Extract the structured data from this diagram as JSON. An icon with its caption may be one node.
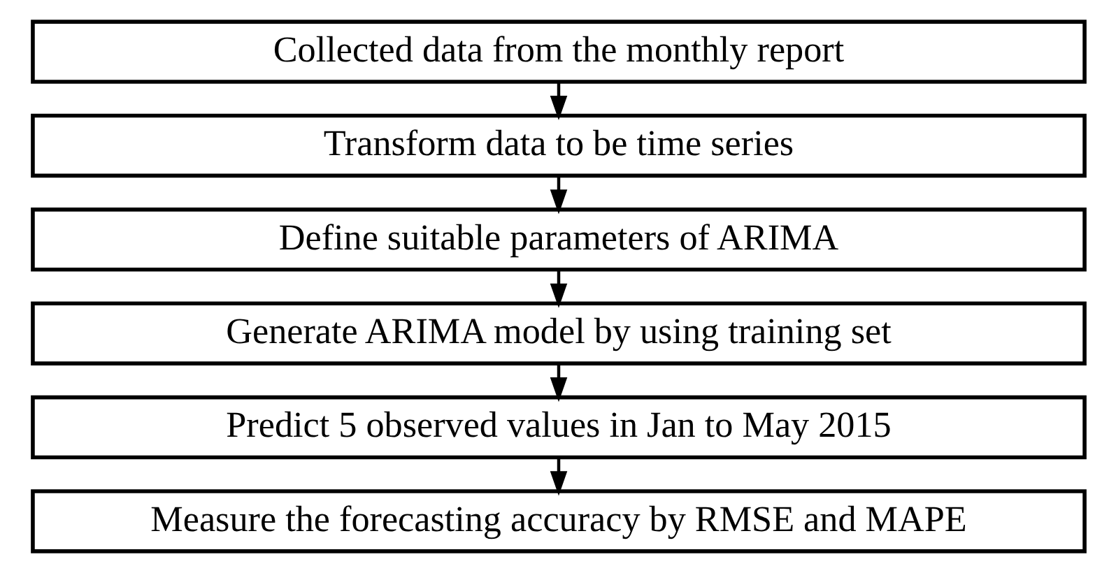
{
  "diagram": {
    "nodes": [
      {
        "text": [
          "Collected data from the monthly report"
        ]
      },
      {
        "text": [
          "Transform data to be time series"
        ]
      },
      {
        "text": [
          "Define suitable parameters of ARIMA"
        ]
      },
      {
        "text": [
          "Generate ARIMA model by using training set"
        ]
      },
      {
        "text": [
          "Predict 5 observed values in Jan to May 2015"
        ]
      },
      {
        "text": [
          "Measure the forecasting accuracy by RMSE and MAPE"
        ]
      }
    ],
    "edges": [
      {
        "from": 0,
        "to": 1,
        "arrow": "to"
      },
      {
        "from": 1,
        "to": 2,
        "arrow": "to"
      },
      {
        "from": 2,
        "to": 3,
        "arrow": "to"
      },
      {
        "from": 3,
        "to": 4,
        "arrow": "to"
      },
      {
        "from": 4,
        "to": 5,
        "arrow": "to"
      }
    ]
  }
}
